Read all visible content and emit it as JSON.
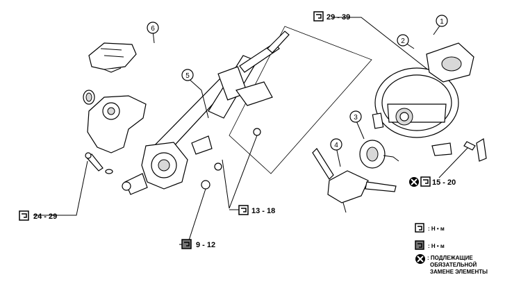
{
  "callouts": [
    "1",
    "2",
    "3",
    "4",
    "5",
    "6"
  ],
  "torque_labels": {
    "t1": "29 - 39",
    "t2": "15 - 20",
    "t3": "24 - 29",
    "t4": "13 - 18",
    "t5": "9 - 12"
  },
  "legend": {
    "item1": ": Н • м",
    "item2": ": Н • м",
    "item3_line1": ": ПОДЛЕЖАЩИЕ",
    "item3_line2": "ОБЯЗАТЕЛЬНОЙ",
    "item3_line3": "ЗАМЕНЕ ЭЛЕМЕНТЫ"
  },
  "icons": {
    "torque": "torque-wrench-icon",
    "torque_alt": "torque-wrench-shaded-icon",
    "replace": "cross-circle-icon"
  }
}
